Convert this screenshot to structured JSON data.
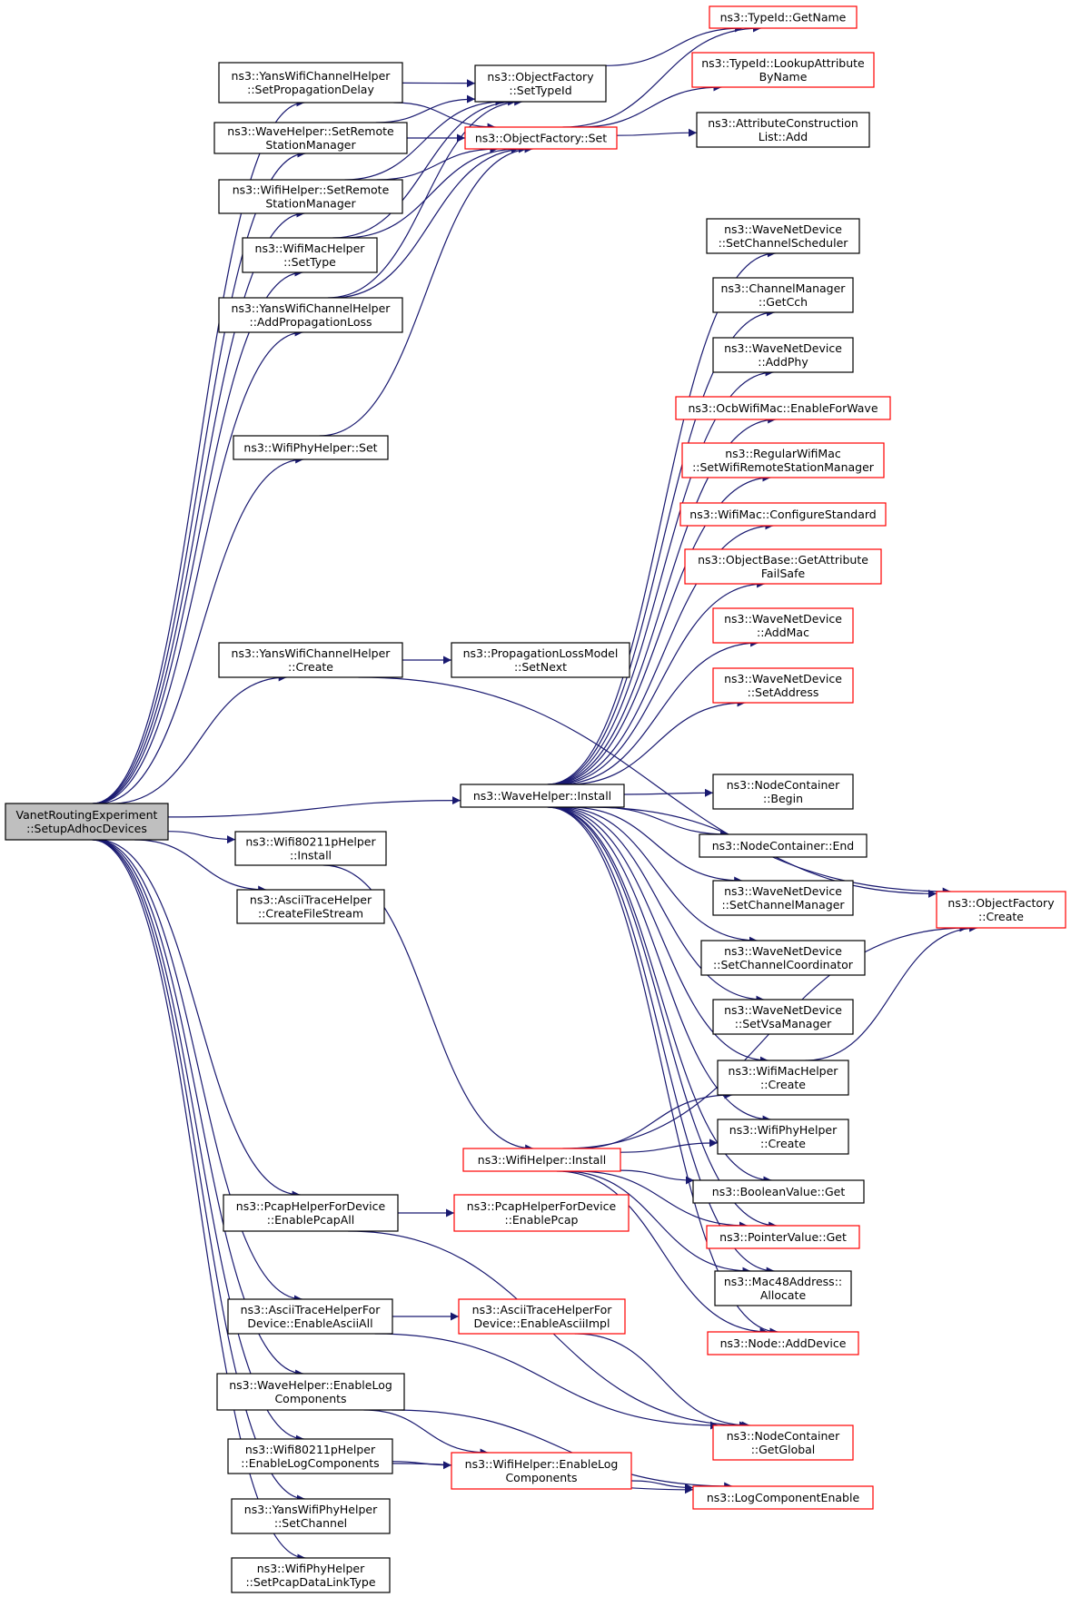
{
  "colors": {
    "edge": "#191970",
    "node_border_normal": "#000000",
    "node_border_truncated": "#ff0000",
    "node_fill_root": "#bfbfbf",
    "node_fill": "#ffffff"
  },
  "nodes": [
    {
      "id": "root",
      "lines": [
        "VanetRoutingExperiment",
        "::SetupAdhocDevices"
      ],
      "style": "root"
    },
    {
      "id": "n1",
      "lines": [
        "ns3::YansWifiChannelHelper",
        "::SetPropagationDelay"
      ],
      "style": "normal"
    },
    {
      "id": "n2",
      "lines": [
        "ns3::WaveHelper::SetRemote",
        "StationManager"
      ],
      "style": "normal"
    },
    {
      "id": "n3",
      "lines": [
        "ns3::WifiHelper::SetRemote",
        "StationManager"
      ],
      "style": "normal"
    },
    {
      "id": "n4",
      "lines": [
        "ns3::WifiMacHelper",
        "::SetType"
      ],
      "style": "normal"
    },
    {
      "id": "n5",
      "lines": [
        "ns3::YansWifiChannelHelper",
        "::AddPropagationLoss"
      ],
      "style": "normal"
    },
    {
      "id": "n6",
      "lines": [
        "ns3::WifiPhyHelper::Set"
      ],
      "style": "normal"
    },
    {
      "id": "n7",
      "lines": [
        "ns3::YansWifiChannelHelper",
        "::Create"
      ],
      "style": "normal"
    },
    {
      "id": "n8",
      "lines": [
        "ns3::Wifi80211pHelper",
        "::Install"
      ],
      "style": "normal"
    },
    {
      "id": "n9",
      "lines": [
        "ns3::AsciiTraceHelper",
        "::CreateFileStream"
      ],
      "style": "normal"
    },
    {
      "id": "n10",
      "lines": [
        "ns3::PcapHelperForDevice",
        "::EnablePcapAll"
      ],
      "style": "normal"
    },
    {
      "id": "n11",
      "lines": [
        "ns3::AsciiTraceHelperFor",
        "Device::EnableAsciiAll"
      ],
      "style": "normal"
    },
    {
      "id": "n12",
      "lines": [
        "ns3::WaveHelper::EnableLog",
        "Components"
      ],
      "style": "normal"
    },
    {
      "id": "n13",
      "lines": [
        "ns3::Wifi80211pHelper",
        "::EnableLogComponents"
      ],
      "style": "normal"
    },
    {
      "id": "n14",
      "lines": [
        "ns3::YansWifiPhyHelper",
        "::SetChannel"
      ],
      "style": "normal"
    },
    {
      "id": "n15",
      "lines": [
        "ns3::WifiPhyHelper",
        "::SetPcapDataLinkType"
      ],
      "style": "normal"
    },
    {
      "id": "m1",
      "lines": [
        "ns3::ObjectFactory",
        "::SetTypeId"
      ],
      "style": "normal"
    },
    {
      "id": "m2",
      "lines": [
        "ns3::ObjectFactory::Set"
      ],
      "style": "truncated"
    },
    {
      "id": "m3",
      "lines": [
        "ns3::PropagationLossModel",
        "::SetNext"
      ],
      "style": "normal"
    },
    {
      "id": "m4",
      "lines": [
        "ns3::WaveHelper::Install"
      ],
      "style": "normal"
    },
    {
      "id": "m5",
      "lines": [
        "ns3::WifiHelper::Install"
      ],
      "style": "truncated"
    },
    {
      "id": "m6",
      "lines": [
        "ns3::PcapHelperForDevice",
        "::EnablePcap"
      ],
      "style": "truncated"
    },
    {
      "id": "m7",
      "lines": [
        "ns3::AsciiTraceHelperFor",
        "Device::EnableAsciiImpl"
      ],
      "style": "truncated"
    },
    {
      "id": "m8",
      "lines": [
        "ns3::WifiHelper::EnableLog",
        "Components"
      ],
      "style": "truncated"
    },
    {
      "id": "r1",
      "lines": [
        "ns3::TypeId::GetName"
      ],
      "style": "truncated"
    },
    {
      "id": "r2",
      "lines": [
        "ns3::TypeId::LookupAttribute",
        "ByName"
      ],
      "style": "truncated"
    },
    {
      "id": "r3",
      "lines": [
        "ns3::AttributeConstruction",
        "List::Add"
      ],
      "style": "normal"
    },
    {
      "id": "r4",
      "lines": [
        "ns3::WaveNetDevice",
        "::SetChannelScheduler"
      ],
      "style": "normal"
    },
    {
      "id": "r5",
      "lines": [
        "ns3::ChannelManager",
        "::GetCch"
      ],
      "style": "normal"
    },
    {
      "id": "r6",
      "lines": [
        "ns3::WaveNetDevice",
        "::AddPhy"
      ],
      "style": "normal"
    },
    {
      "id": "r7",
      "lines": [
        "ns3::OcbWifiMac::EnableForWave"
      ],
      "style": "truncated"
    },
    {
      "id": "r8",
      "lines": [
        "ns3::RegularWifiMac",
        "::SetWifiRemoteStationManager"
      ],
      "style": "truncated"
    },
    {
      "id": "r9",
      "lines": [
        "ns3::WifiMac::ConfigureStandard"
      ],
      "style": "truncated"
    },
    {
      "id": "r10",
      "lines": [
        "ns3::ObjectBase::GetAttribute",
        "FailSafe"
      ],
      "style": "truncated"
    },
    {
      "id": "r11",
      "lines": [
        "ns3::WaveNetDevice",
        "::AddMac"
      ],
      "style": "truncated"
    },
    {
      "id": "r12",
      "lines": [
        "ns3::WaveNetDevice",
        "::SetAddress"
      ],
      "style": "truncated"
    },
    {
      "id": "r13",
      "lines": [
        "ns3::NodeContainer",
        "::Begin"
      ],
      "style": "normal"
    },
    {
      "id": "r14",
      "lines": [
        "ns3::NodeContainer::End"
      ],
      "style": "normal"
    },
    {
      "id": "r15",
      "lines": [
        "ns3::WaveNetDevice",
        "::SetChannelManager"
      ],
      "style": "normal"
    },
    {
      "id": "r16",
      "lines": [
        "ns3::WaveNetDevice",
        "::SetChannelCoordinator"
      ],
      "style": "normal"
    },
    {
      "id": "r17",
      "lines": [
        "ns3::WaveNetDevice",
        "::SetVsaManager"
      ],
      "style": "normal"
    },
    {
      "id": "r18",
      "lines": [
        "ns3::WifiMacHelper",
        "::Create"
      ],
      "style": "normal"
    },
    {
      "id": "r19",
      "lines": [
        "ns3::WifiPhyHelper",
        "::Create"
      ],
      "style": "normal"
    },
    {
      "id": "r20",
      "lines": [
        "ns3::BooleanValue::Get"
      ],
      "style": "normal"
    },
    {
      "id": "r21",
      "lines": [
        "ns3::PointerValue::Get"
      ],
      "style": "truncated"
    },
    {
      "id": "r22",
      "lines": [
        "ns3::Mac48Address::",
        "Allocate"
      ],
      "style": "normal"
    },
    {
      "id": "r23",
      "lines": [
        "ns3::Node::AddDevice"
      ],
      "style": "truncated"
    },
    {
      "id": "r24",
      "lines": [
        "ns3::NodeContainer",
        "::GetGlobal"
      ],
      "style": "truncated"
    },
    {
      "id": "r25",
      "lines": [
        "ns3::LogComponentEnable"
      ],
      "style": "truncated"
    },
    {
      "id": "f1",
      "lines": [
        "ns3::ObjectFactory",
        "::Create"
      ],
      "style": "truncated"
    }
  ],
  "edges": [
    [
      "root",
      "n1"
    ],
    [
      "root",
      "n2"
    ],
    [
      "root",
      "n3"
    ],
    [
      "root",
      "n4"
    ],
    [
      "root",
      "n5"
    ],
    [
      "root",
      "n6"
    ],
    [
      "root",
      "n7"
    ],
    [
      "root",
      "m4"
    ],
    [
      "root",
      "n8"
    ],
    [
      "root",
      "n9"
    ],
    [
      "root",
      "n10"
    ],
    [
      "root",
      "n11"
    ],
    [
      "root",
      "n12"
    ],
    [
      "root",
      "n13"
    ],
    [
      "root",
      "n14"
    ],
    [
      "root",
      "n15"
    ],
    [
      "n1",
      "m1"
    ],
    [
      "n1",
      "m2"
    ],
    [
      "n2",
      "m1"
    ],
    [
      "n2",
      "m2"
    ],
    [
      "n3",
      "m1"
    ],
    [
      "n3",
      "m2"
    ],
    [
      "n4",
      "m1"
    ],
    [
      "n4",
      "m2"
    ],
    [
      "n5",
      "m1"
    ],
    [
      "n5",
      "m2"
    ],
    [
      "n6",
      "m2"
    ],
    [
      "m1",
      "r1"
    ],
    [
      "m2",
      "r1"
    ],
    [
      "m2",
      "r2"
    ],
    [
      "m2",
      "r3"
    ],
    [
      "n7",
      "f1"
    ],
    [
      "n7",
      "m3"
    ],
    [
      "m4",
      "r4"
    ],
    [
      "m4",
      "r5"
    ],
    [
      "m4",
      "r6"
    ],
    [
      "m4",
      "r7"
    ],
    [
      "m4",
      "r8"
    ],
    [
      "m4",
      "r9"
    ],
    [
      "m4",
      "r10"
    ],
    [
      "m4",
      "r11"
    ],
    [
      "m4",
      "r12"
    ],
    [
      "m4",
      "f1"
    ],
    [
      "m4",
      "r13"
    ],
    [
      "m4",
      "r14"
    ],
    [
      "m4",
      "r15"
    ],
    [
      "m4",
      "r16"
    ],
    [
      "m4",
      "r17"
    ],
    [
      "m4",
      "r18"
    ],
    [
      "m4",
      "r19"
    ],
    [
      "m4",
      "r20"
    ],
    [
      "m4",
      "r21"
    ],
    [
      "m4",
      "r22"
    ],
    [
      "m4",
      "r23"
    ],
    [
      "n8",
      "m5"
    ],
    [
      "m5",
      "r18"
    ],
    [
      "m5",
      "r19"
    ],
    [
      "m5",
      "r20"
    ],
    [
      "m5",
      "r21"
    ],
    [
      "m5",
      "r22"
    ],
    [
      "m5",
      "r23"
    ],
    [
      "m5",
      "f1"
    ],
    [
      "r18",
      "f1"
    ],
    [
      "n10",
      "m6"
    ],
    [
      "n10",
      "r24"
    ],
    [
      "n11",
      "m7"
    ],
    [
      "n11",
      "r24"
    ],
    [
      "m7",
      "r24"
    ],
    [
      "n12",
      "m8"
    ],
    [
      "n12",
      "r25"
    ],
    [
      "n13",
      "m8"
    ],
    [
      "n13",
      "r25"
    ],
    [
      "m8",
      "r25"
    ]
  ]
}
